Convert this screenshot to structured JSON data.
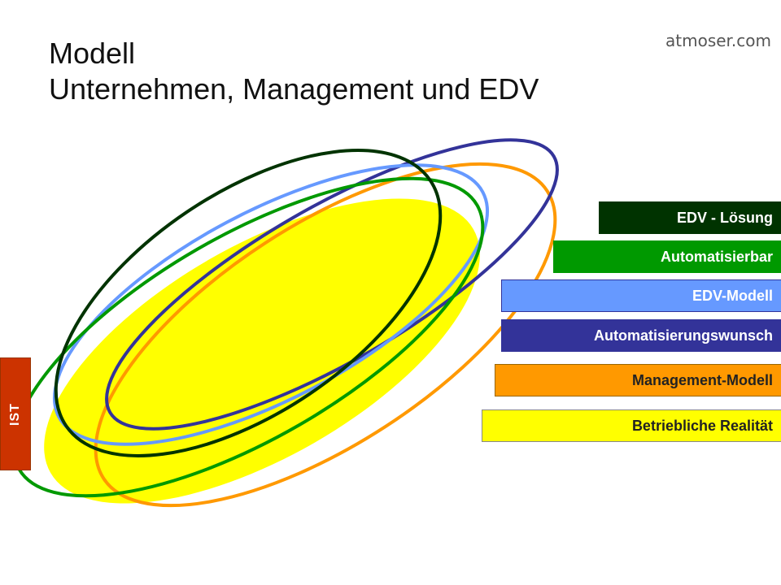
{
  "title": {
    "line1": "Modell",
    "line2": "Unternehmen, Management und EDV"
  },
  "brand": "atmoser.com",
  "ist_label": "IST",
  "colors": {
    "ist": "#CC3300",
    "realitaet": "#FFFF00",
    "management": "#FF9900",
    "wunsch": "#333399",
    "edv_modell": "#6699FF",
    "automatisierbar": "#009900",
    "loesung": "#003300"
  },
  "layers": [
    {
      "id": "loesung",
      "label": "EDV - Lösung",
      "fill": "#003300",
      "text_color": "#ffffff",
      "border": "#003300"
    },
    {
      "id": "automatisierbar",
      "label": "Automatisierbar",
      "fill": "#009900",
      "text_color": "#ffffff",
      "border": "#009900"
    },
    {
      "id": "edv-modell",
      "label": "EDV-Modell",
      "fill": "#6699FF",
      "text_color": "#ffffff",
      "border": "#333399"
    },
    {
      "id": "wunsch",
      "label": "Automatisierungswunsch",
      "fill": "#333399",
      "text_color": "#ffffff",
      "border": "#333399"
    },
    {
      "id": "management",
      "label": "Management-Modell",
      "fill": "#FF9900",
      "text_color": "#222222",
      "border": "#996600"
    },
    {
      "id": "realitaet",
      "label": "Betriebliche Realität",
      "fill": "#FFFF00",
      "text_color": "#222222",
      "border": "#888888"
    }
  ]
}
